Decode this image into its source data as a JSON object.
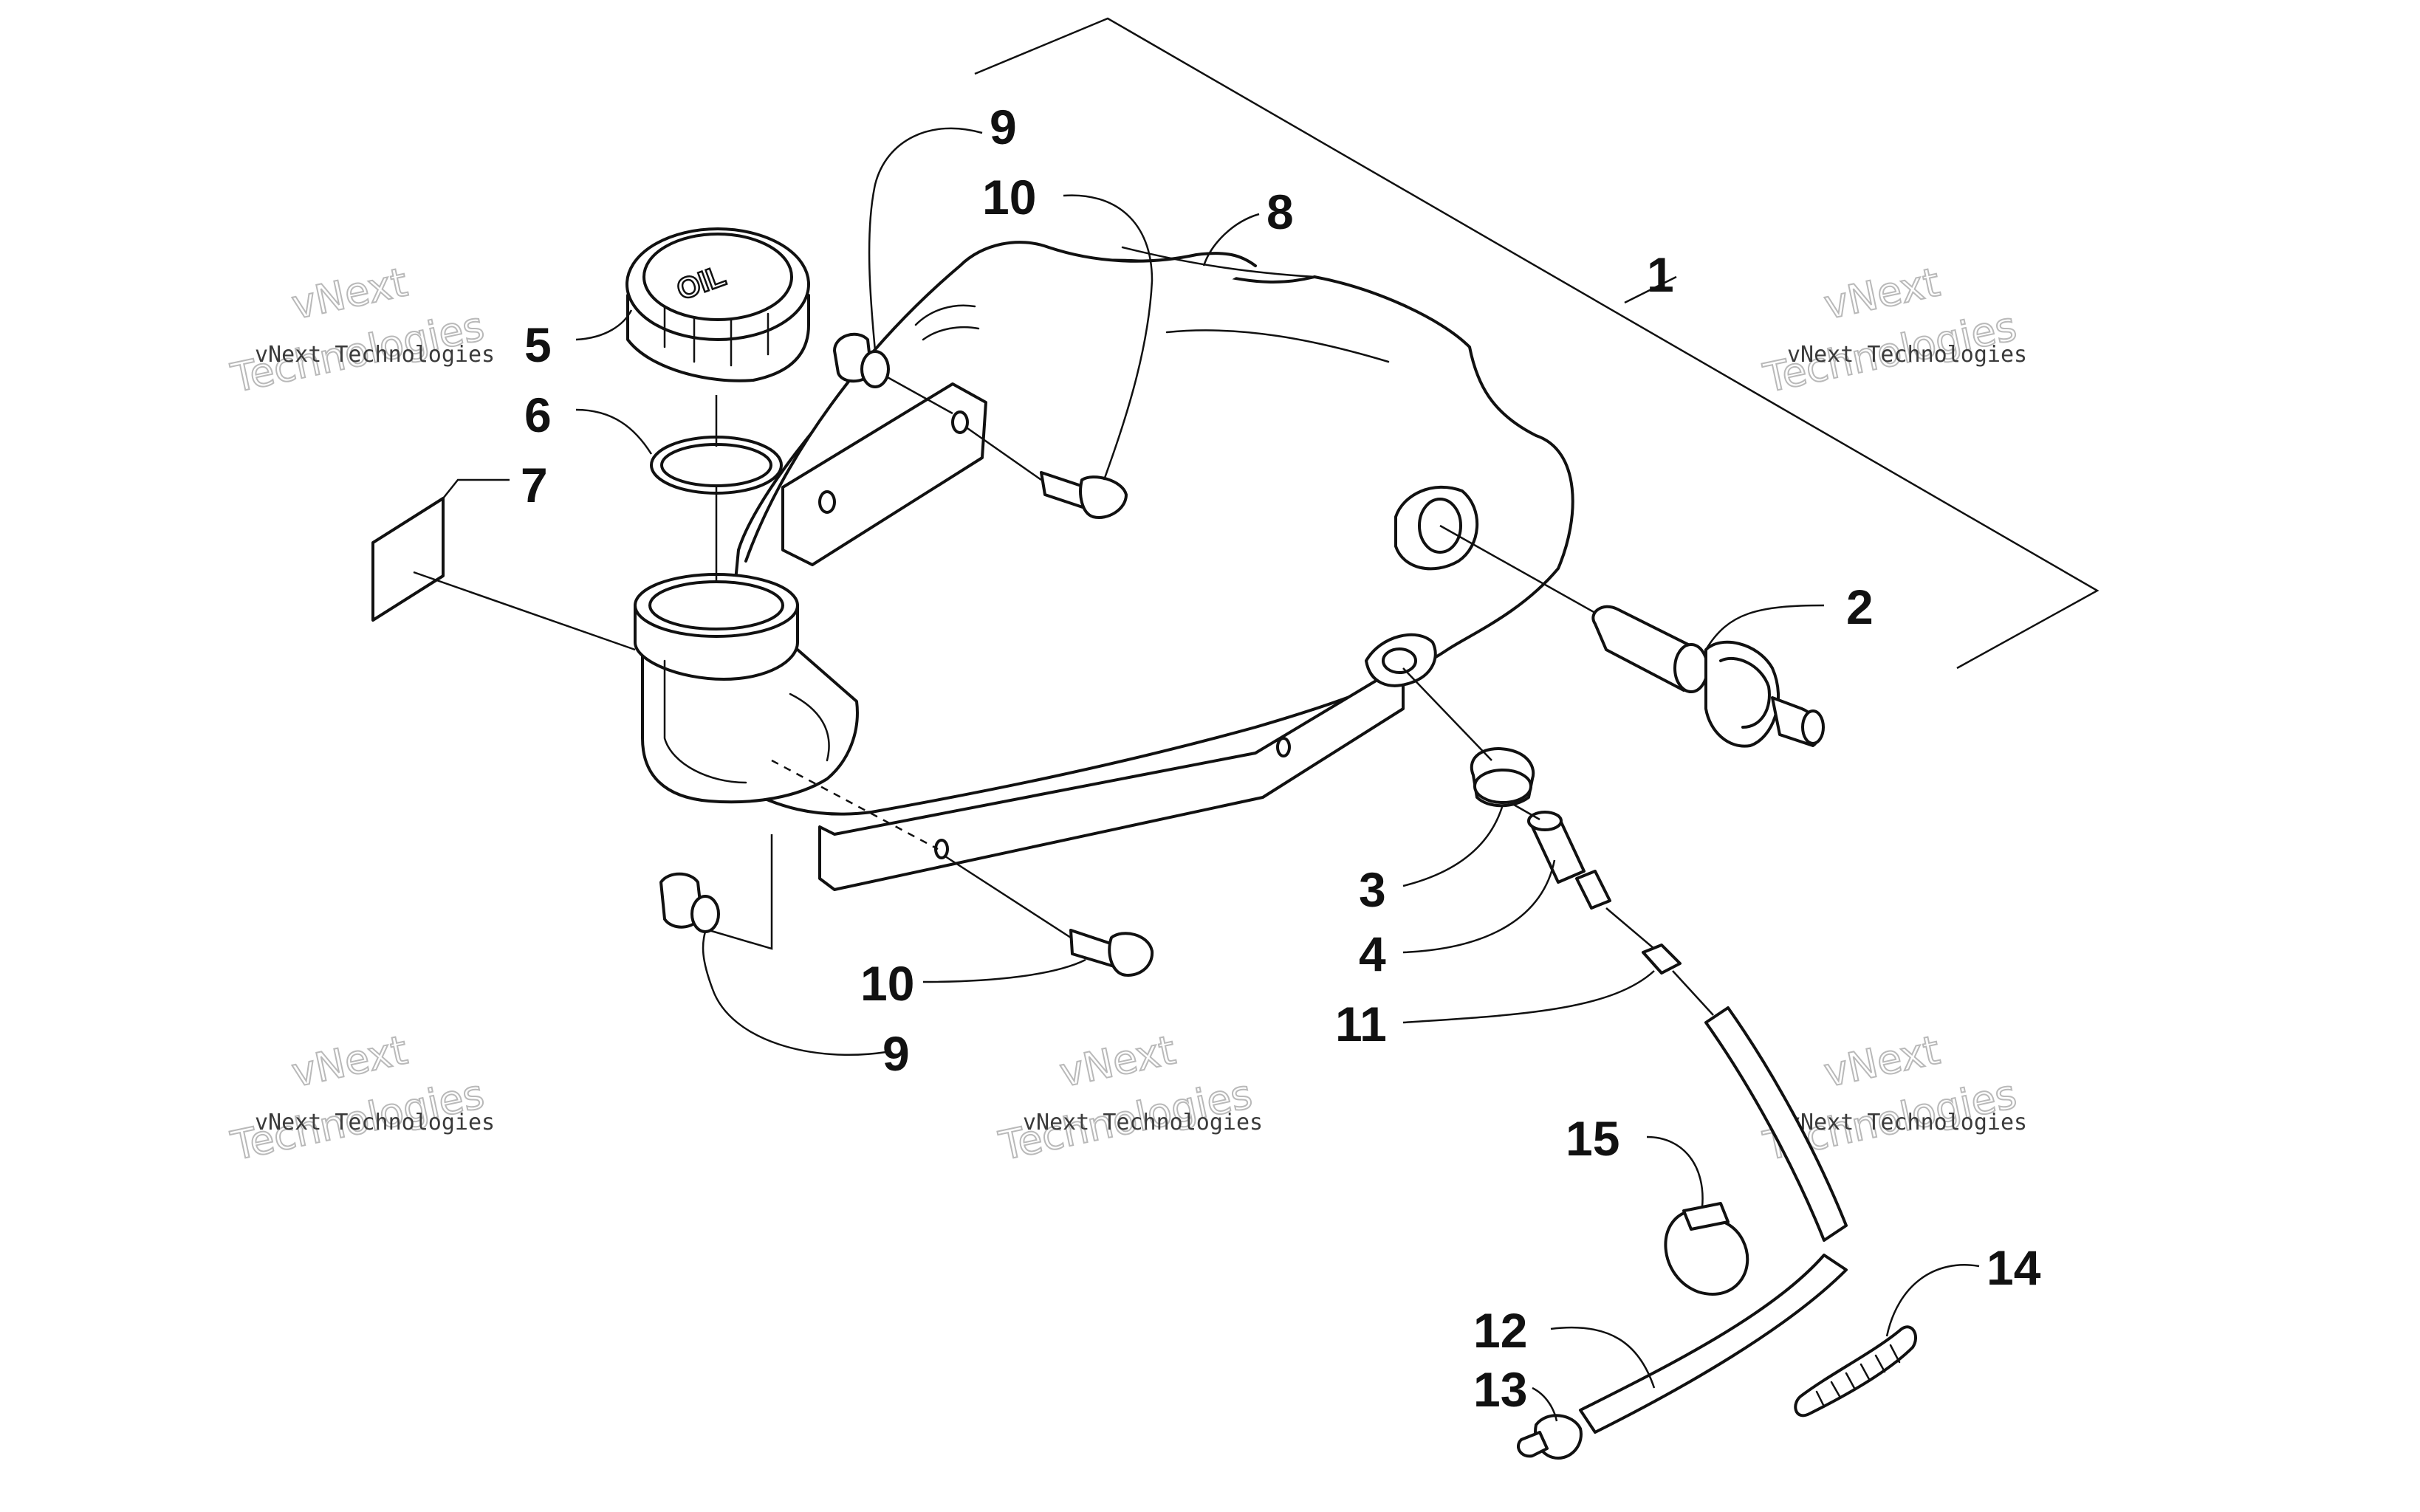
{
  "callouts": {
    "c1": "1",
    "c2": "2",
    "c3": "3",
    "c4": "4",
    "c5": "5",
    "c6": "6",
    "c7": "7",
    "c8": "8",
    "c9a": "9",
    "c9b": "9",
    "c10a": "10",
    "c10b": "10",
    "c11": "11",
    "c12": "12",
    "c13": "13",
    "c14": "14",
    "c15": "15"
  },
  "watermark": {
    "small": "vNext Technologies",
    "big_line1": "vNext",
    "big_line2": "Technologies"
  },
  "cap_label": "OIL"
}
